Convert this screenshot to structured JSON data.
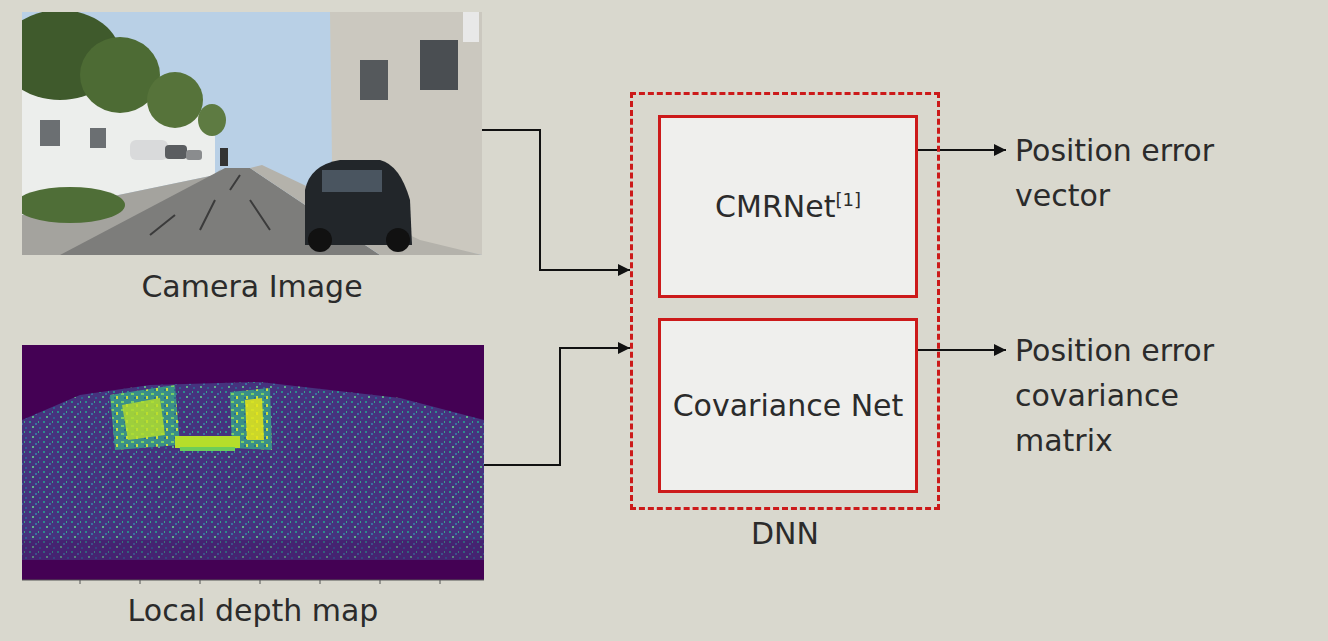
{
  "diagram": {
    "nodes": [
      {
        "text": [
          "Camera Image"
        ]
      },
      {
        "text": [
          "Local depth map"
        ]
      },
      {
        "text": [
          "DNN"
        ]
      },
      {
        "text": [
          "CMRNet",
          "[1]"
        ],
        "in": 2
      },
      {
        "text": [
          "Covariance Net"
        ],
        "in": 2
      }
    ],
    "edges": [
      {
        "from": 0,
        "to": 2,
        "arrow": "to"
      },
      {
        "from": 1,
        "to": 2,
        "arrow": "to"
      }
    ],
    "labels": [
      "Position error vector",
      "Position error covariance matrix"
    ]
  }
}
